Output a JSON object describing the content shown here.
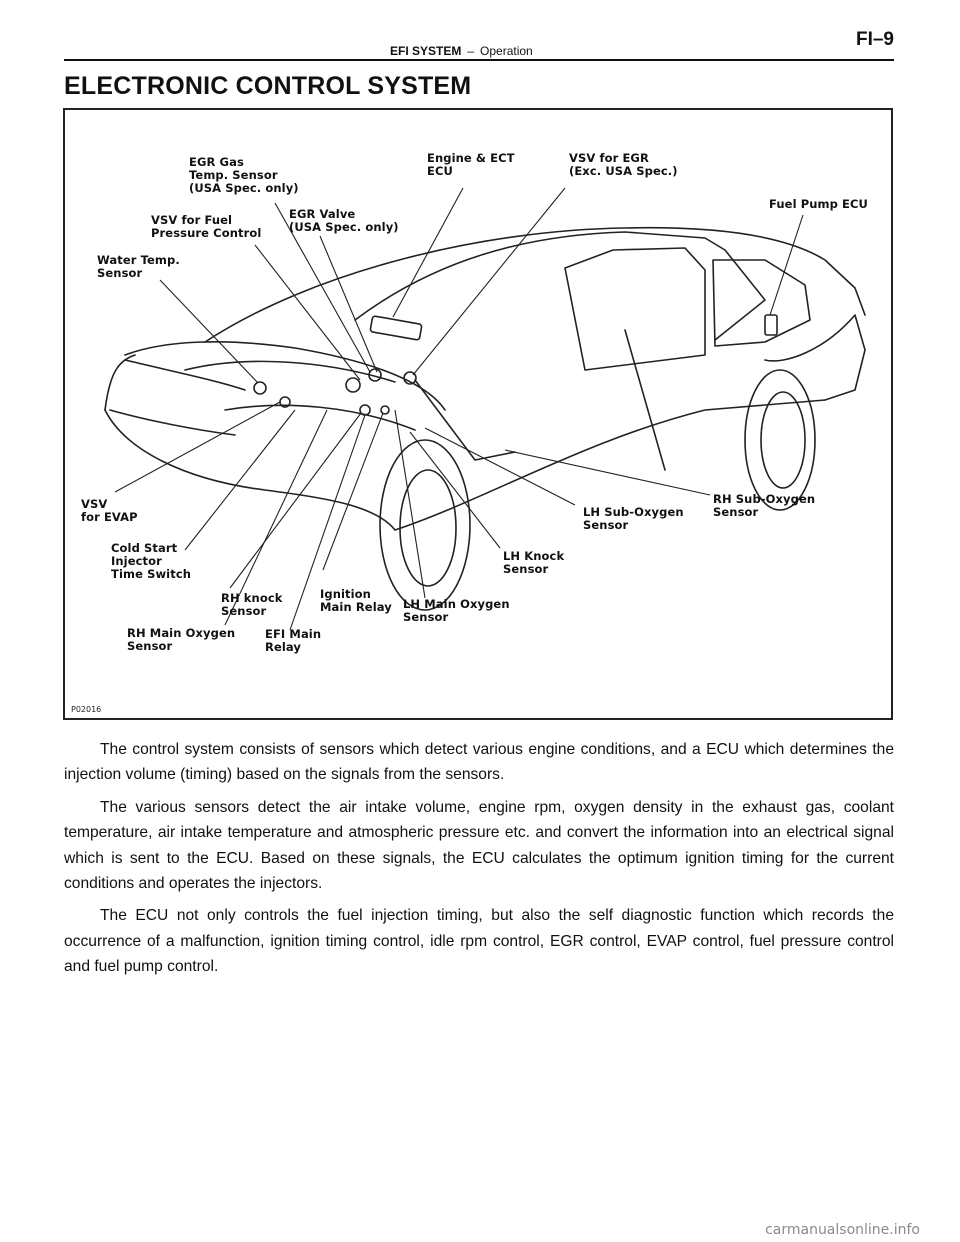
{
  "header": {
    "section": "EFI SYSTEM",
    "separator": "–",
    "subsection": "Operation",
    "page_number": "FI–9"
  },
  "title": "ELECTRONIC CONTROL SYSTEM",
  "figure": {
    "code": "P02016",
    "labels": {
      "egr_gas_temp_sensor": "EGR Gas\nTemp. Sensor\n(USA Spec. only)",
      "vsv_fuel_pressure": "VSV for Fuel\nPressure Control",
      "egr_valve": "EGR Valve\n(USA Spec. only)",
      "engine_ecu": "Engine & ECT\nECU",
      "vsv_egr": "VSV for EGR\n(Exc. USA Spec.)",
      "fuel_pump_ecu": "Fuel Pump ECU",
      "water_temp_sensor": "Water Temp.\nSensor",
      "vsv_evap": "VSV\nfor EVAP",
      "cold_start_switch": "Cold Start\nInjector\nTime Switch",
      "rh_knock_sensor": "RH knock\nSensor",
      "ignition_main_relay": "Ignition\nMain Relay",
      "lh_main_oxygen": "LH Main Oxygen\nSensor",
      "rh_main_oxygen": "RH Main Oxygen\nSensor",
      "efi_main_relay": "EFI Main\nRelay",
      "lh_knock_sensor": "LH Knock\nSensor",
      "lh_sub_oxygen": "LH Sub-Oxygen\nSensor",
      "rh_sub_oxygen": "RH Sub-Oxygen\nSensor"
    }
  },
  "paragraphs": [
    "The control system consists of sensors which detect various engine conditions, and a ECU which determines the injection volume (timing) based on the signals from the sensors.",
    "The various sensors detect the air intake volume, engine rpm, oxygen density in the exhaust gas, coolant temperature, air intake temperature and atmospheric pressure etc. and convert the information into an electrical signal which is sent to the ECU. Based on these signals, the ECU calculates the optimum ignition timing for the current conditions and operates the injectors.",
    "The ECU not only controls the fuel injection timing, but also the self diagnostic function which records the occurrence of a malfunction, ignition timing control, idle rpm control, EGR control, EVAP control, fuel pressure control and fuel pump control."
  ],
  "watermark": "carmanualsonline.info"
}
